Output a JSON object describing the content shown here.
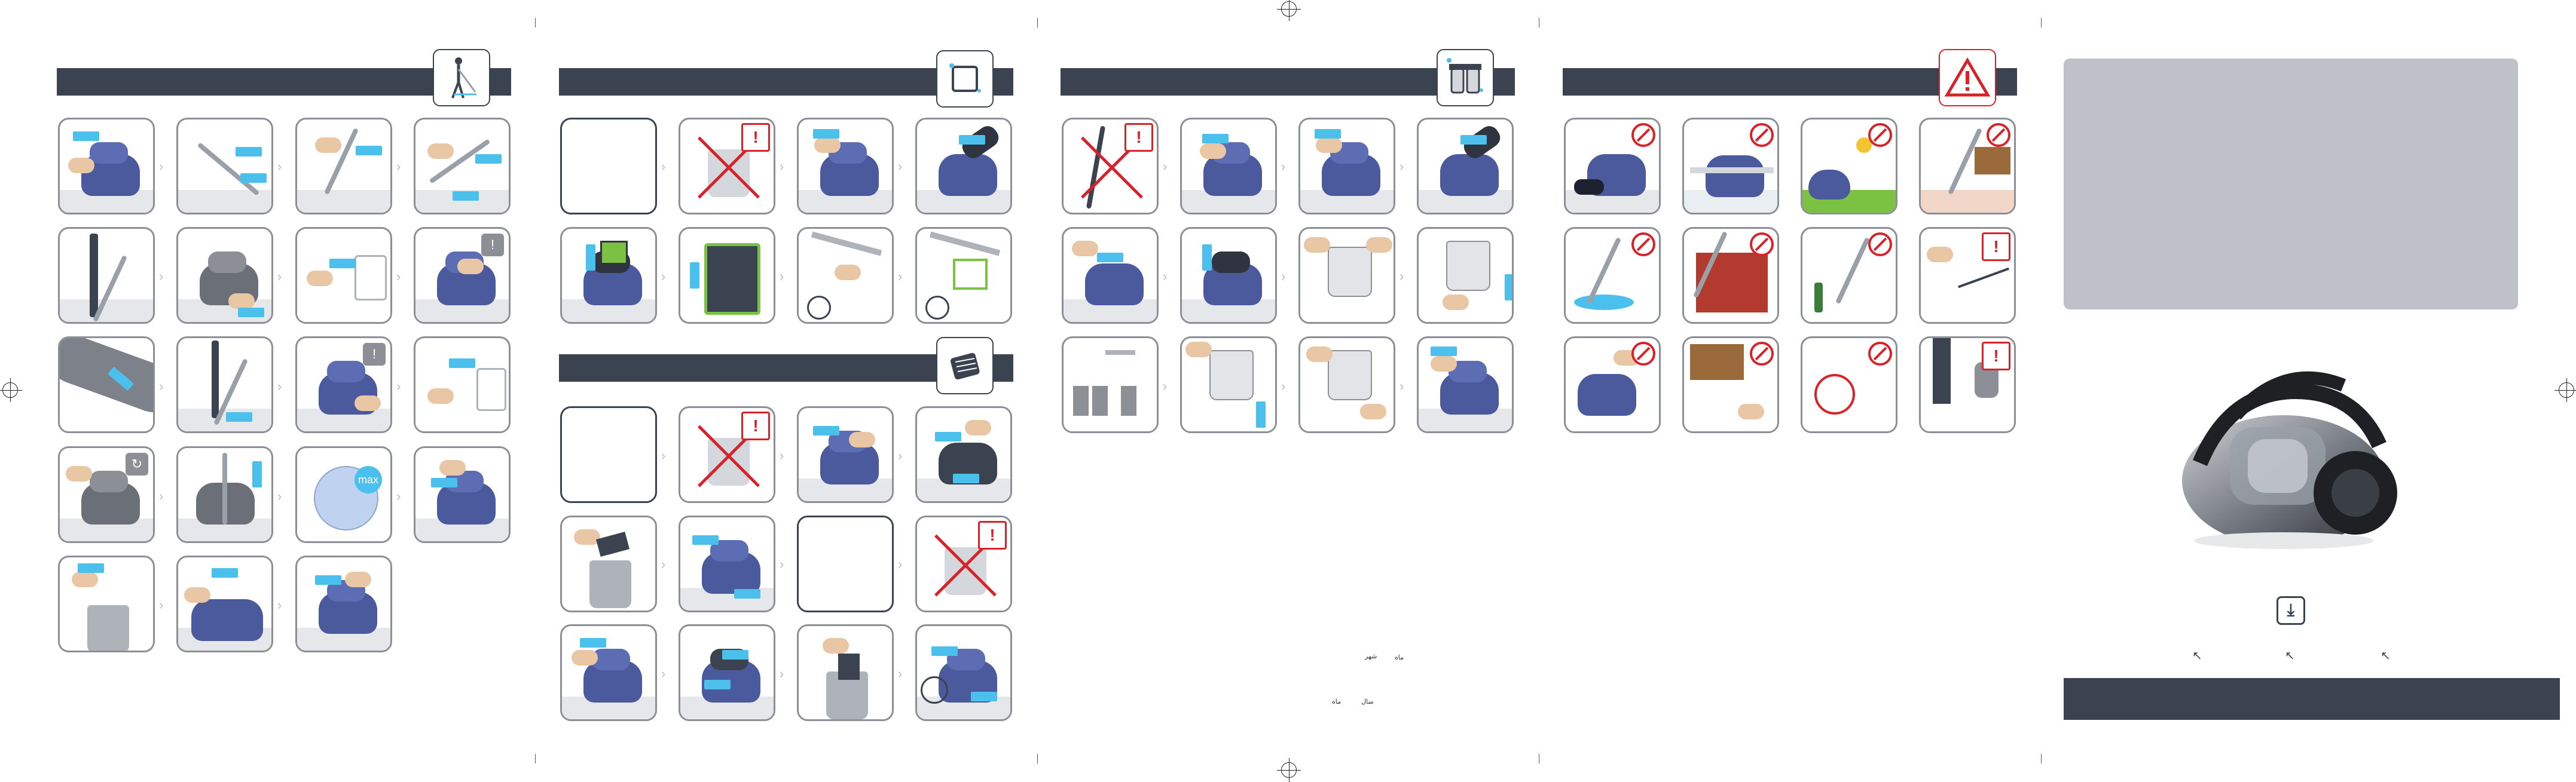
{
  "sections": {
    "s1_badge_icon": "vacuum-cleaner-user-icon",
    "s2_badge_icon": "filter-cassette-icon",
    "s3_badge_icon": "dust-container-icon",
    "s4_badge_icon": "warning-triangle-icon",
    "s5_badge_icon": "foam-filter-icon"
  },
  "symbols": {
    "warning": "!",
    "info": "!",
    "max_label": "max",
    "download": "⤓",
    "pointer": "↖"
  },
  "rtl_text": {
    "line1_left": "ماه",
    "line1_right": "شهر",
    "line2_left": "سال",
    "line2_right": "ماه"
  },
  "colors": {
    "header_bar": "#3b4350",
    "accent_blue": "#4cc0ec",
    "device_blue": "#4a5a9c",
    "alert_red": "#d6232a",
    "panel_gray": "#bfc1c8"
  }
}
